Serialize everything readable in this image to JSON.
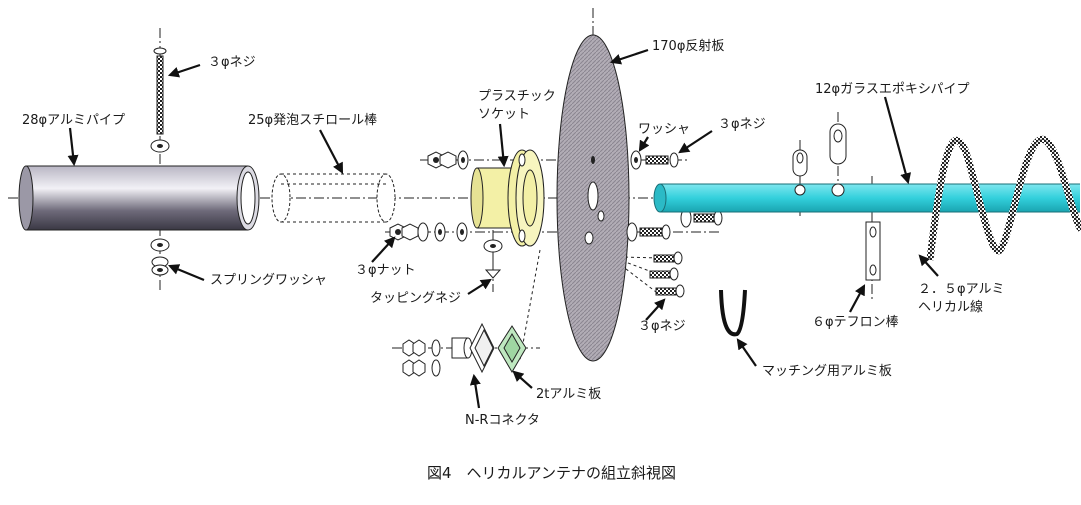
{
  "caption": "図4　ヘリカルアンテナの組立斜視図",
  "labels": {
    "screw_top": "３φネジ",
    "pipe28": "28φアルミパイプ",
    "foam25": "25φ発泡スチロール棒",
    "socket_line1": "プラスチック",
    "socket_line2": "ソケット",
    "reflector": "170φ反射板",
    "washer": "ワッシャ",
    "screw_right": "３φネジ",
    "glass_pipe": "12φガラスエポキシパイプ",
    "spring_washer": "スプリングワッシャ",
    "nut": "３φナット",
    "tapping": "タッピングネジ",
    "screw_bottom": "３φネジ",
    "teflon": "６φテフロン棒",
    "helical_line1": "２．５φアルミ",
    "helical_line2": "ヘリカル線",
    "matching": "マッチング用アルミ板",
    "plate2t": "2tアルミ板",
    "connector": "N-Rコネクタ"
  },
  "colors": {
    "glass_pipe": "#33d0dc",
    "socket": "#f3f0a6",
    "reflector": "#a8a3ad",
    "plate_fill": "#bfe8c0",
    "helix": "#2b2b2b"
  }
}
